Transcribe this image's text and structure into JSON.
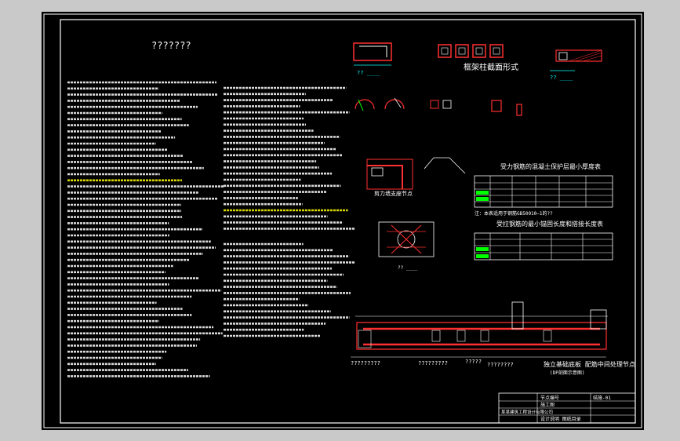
{
  "drawing": {
    "title": "???????",
    "section_title": "框架柱截面形式",
    "table1_title": "受力钢筋的混凝土保护层最小厚度表",
    "table1_note": "注：本表适用于钢筋GB50010—1的??",
    "table2_title": "受拉钢筋的最小锚固长度和搭接长度表",
    "bottom_caption": "独立基础底板 配筋中间处理节点",
    "bottom_caption_sub": "(DP剖面示意图)",
    "label_a": "?? ____",
    "label_b": "?? ____",
    "label_c": "?? ____",
    "label_d": "?????????",
    "label_e": "?????????",
    "label_f": "????????",
    "label_g": "?????",
    "frame_detail_label": "剪力墙支座节点",
    "tb_row1": "节点编号",
    "tb_row2": "施工图",
    "tb_row3": "设计说明 图纸目录",
    "tb_row4": "某某建筑工程设计有限公司",
    "tb_row5": "结施-01"
  },
  "colors": {
    "background": "#000000",
    "text": "#ffffff",
    "highlight": "#ffff00",
    "line": "#ff3030",
    "accent": "#00ffff",
    "green": "#00ff00"
  }
}
